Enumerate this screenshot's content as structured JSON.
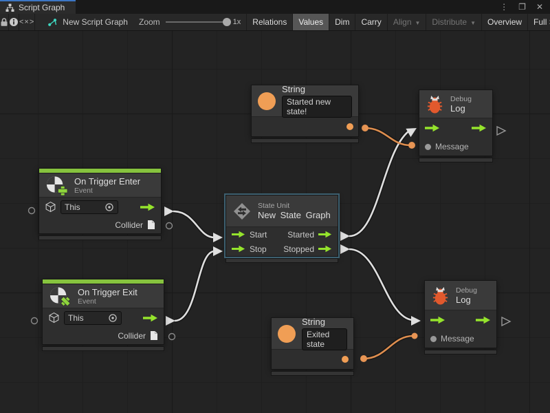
{
  "tab": {
    "title": "Script Graph"
  },
  "window_controls": {
    "menu": "⋮",
    "maximize": "❐",
    "close": "✕"
  },
  "toolbar": {
    "code_toggle": "<×>",
    "graph_name": "New Script Graph",
    "zoom_label": "Zoom",
    "zoom_value": "1x",
    "dropdown_arrow": "▼",
    "buttons": [
      {
        "label": "Relations",
        "state": "normal"
      },
      {
        "label": "Values",
        "state": "active"
      },
      {
        "label": "Dim",
        "state": "normal"
      },
      {
        "label": "Carry",
        "state": "normal"
      },
      {
        "label": "Align",
        "state": "disabled"
      },
      {
        "label": "Distribute",
        "state": "disabled"
      },
      {
        "label": "Overview",
        "state": "normal"
      },
      {
        "label": "Full Screen",
        "state": "normal"
      }
    ]
  },
  "nodes": {
    "string_top": {
      "title": "String",
      "value": "Started new state!"
    },
    "string_bottom": {
      "title": "String",
      "value": "Exited state"
    },
    "debug_top": {
      "category": "Debug",
      "title": "Log",
      "input_label": "Message"
    },
    "debug_bottom": {
      "category": "Debug",
      "title": "Log",
      "input_label": "Message"
    },
    "trigger_enter": {
      "title": "On Trigger Enter",
      "subtitle": "Event",
      "target_value": "This",
      "output_label": "Collider"
    },
    "trigger_exit": {
      "title": "On Trigger Exit",
      "subtitle": "Event",
      "target_value": "This",
      "output_label": "Collider"
    },
    "state_unit": {
      "category": "State Unit",
      "title": "New State Graph",
      "inputs": [
        "Start",
        "Stop"
      ],
      "outputs": [
        "Started",
        "Stopped"
      ]
    }
  },
  "colors": {
    "accent_blue": "#3c76c4",
    "flow_green": "#95e42c",
    "event_bar_green": "#86c33e",
    "value_orange": "#f09e55",
    "bug_orange": "#e2592d",
    "wire_white": "#dfdfdf",
    "wire_orange": "#de8e4f",
    "selection_blue": "#3d6070"
  }
}
